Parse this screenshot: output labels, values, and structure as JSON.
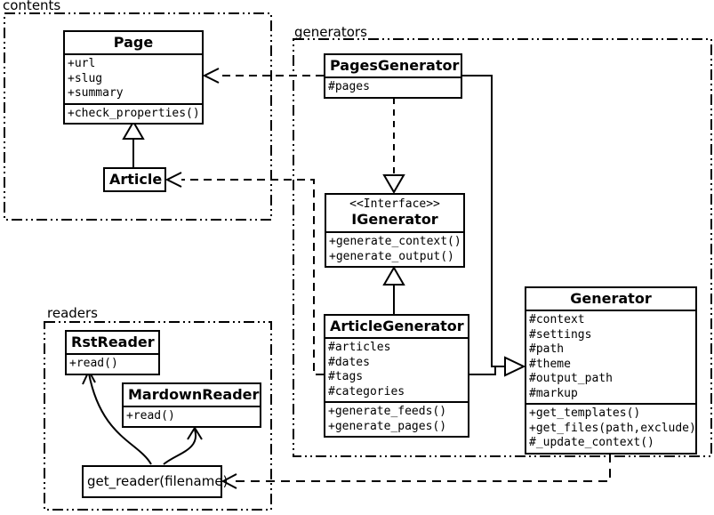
{
  "packages": {
    "contents": {
      "label": "contents"
    },
    "generators": {
      "label": "generators"
    },
    "readers": {
      "label": "readers"
    }
  },
  "classes": {
    "page": {
      "name": "Page",
      "attrs": [
        "+url",
        "+slug",
        "+summary"
      ],
      "methods": [
        "+check_properties()"
      ]
    },
    "article": {
      "name": "Article"
    },
    "pages_generator": {
      "name": "PagesGenerator",
      "attrs": [
        "#pages"
      ]
    },
    "igenerator": {
      "stereotype": "<<Interface>>",
      "name": "IGenerator",
      "methods": [
        "+generate_context()",
        "+generate_output()"
      ]
    },
    "article_generator": {
      "name": "ArticleGenerator",
      "attrs": [
        "#articles",
        "#dates",
        "#tags",
        "#categories"
      ],
      "methods": [
        "+generate_feeds()",
        "+generate_pages()"
      ]
    },
    "generator": {
      "name": "Generator",
      "attrs": [
        "#context",
        "#settings",
        "#path",
        "#theme",
        "#output_path",
        "#markup"
      ],
      "methods": [
        "+get_templates()",
        "+get_files(path,exclude)",
        "#_update_context()"
      ]
    },
    "rst_reader": {
      "name": "RstReader",
      "methods": [
        "+read()"
      ]
    },
    "mardown_reader": {
      "name": "MardownReader",
      "methods": [
        "+read()"
      ]
    },
    "get_reader": {
      "name": "get_reader(filename)"
    }
  },
  "relationships": [
    {
      "from": "Article",
      "to": "Page",
      "type": "generalization"
    },
    {
      "from": "PagesGenerator",
      "to": "Page",
      "type": "dependency"
    },
    {
      "from": "ArticleGenerator",
      "to": "Article",
      "type": "dependency"
    },
    {
      "from": "PagesGenerator",
      "to": "IGenerator",
      "type": "realization"
    },
    {
      "from": "ArticleGenerator",
      "to": "IGenerator",
      "type": "generalization"
    },
    {
      "from": "PagesGenerator",
      "to": "Generator",
      "type": "generalization"
    },
    {
      "from": "ArticleGenerator",
      "to": "Generator",
      "type": "generalization"
    },
    {
      "from": "Generator",
      "to": "get_reader(filename)",
      "type": "dependency"
    },
    {
      "from": "get_reader(filename)",
      "to": "RstReader",
      "type": "arrow"
    },
    {
      "from": "get_reader(filename)",
      "to": "MardownReader",
      "type": "arrow"
    }
  ],
  "colors": {
    "line": "#000000",
    "background": "#ffffff"
  }
}
